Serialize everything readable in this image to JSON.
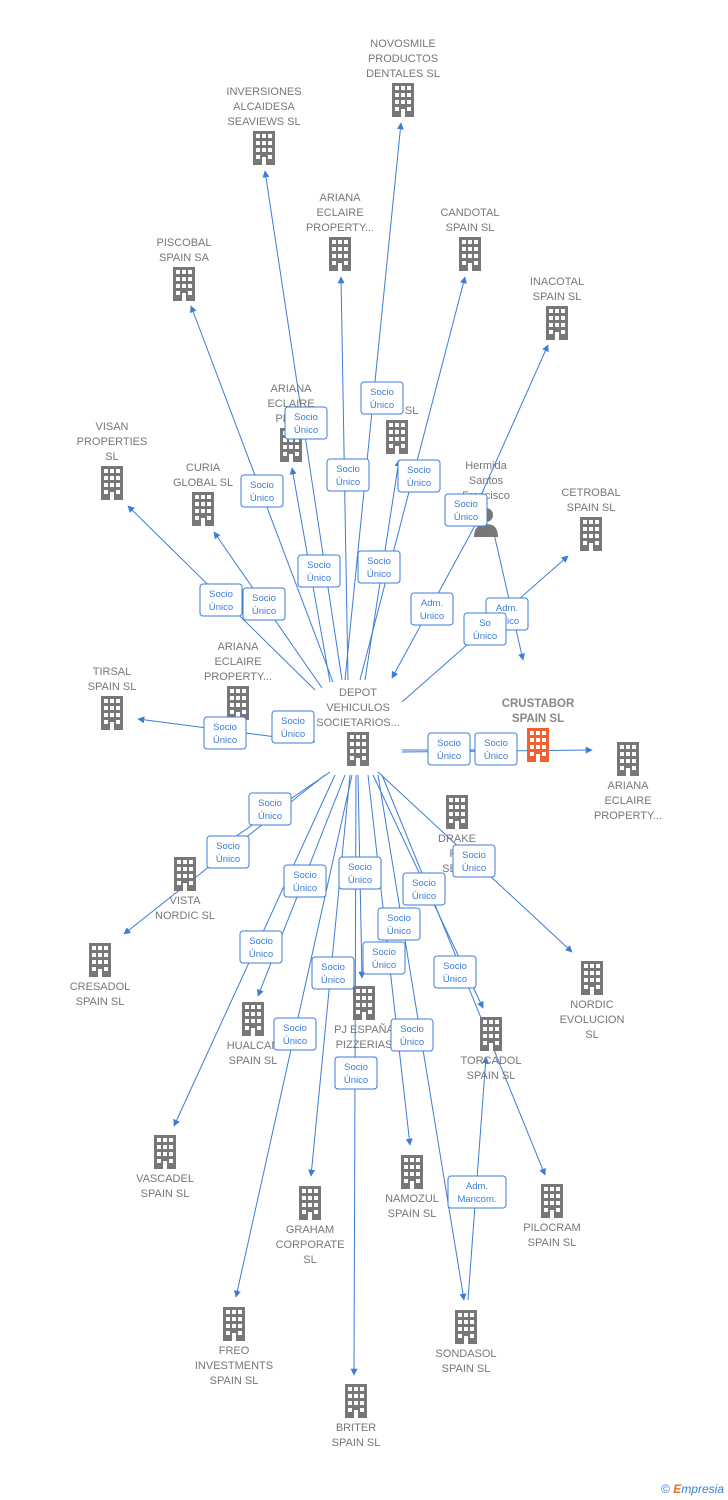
{
  "colors": {
    "edge": "#3b7dd8",
    "node": "#777777",
    "highlight": "#f06030",
    "badge_text": "#3b7dd8"
  },
  "footer": {
    "copyright": "©",
    "brand_e": "E",
    "brand_rest": "mpresia"
  },
  "nodes": [
    {
      "id": "novosmile",
      "type": "company",
      "lines": [
        "NOVOSMILE",
        "PRODUCTOS",
        "DENTALES  SL"
      ]
    },
    {
      "id": "inversiones",
      "type": "company",
      "lines": [
        "INVERSIONES",
        "ALCAIDESA",
        "SEAVIEWS  SL"
      ]
    },
    {
      "id": "ariana1",
      "type": "company",
      "lines": [
        "ARIANA",
        "ECLAIRE",
        "PROPERTY..."
      ]
    },
    {
      "id": "candotal",
      "type": "company",
      "lines": [
        "CANDOTAL",
        "SPAIN  SL"
      ]
    },
    {
      "id": "piscobal",
      "type": "company",
      "lines": [
        "PISCOBAL",
        "SPAIN SA"
      ]
    },
    {
      "id": "inacotal",
      "type": "company",
      "lines": [
        "INACOTAL",
        "SPAIN  SL"
      ]
    },
    {
      "id": "ariana2",
      "type": "company",
      "lines": [
        "ARIANA",
        "ECLAIRE",
        "PROP"
      ]
    },
    {
      "id": "fon",
      "type": "company",
      "lines": [
        "F          ON  SL"
      ]
    },
    {
      "id": "visan",
      "type": "company",
      "lines": [
        "VISAN",
        "PROPERTIES",
        "SL"
      ]
    },
    {
      "id": "curia",
      "type": "company",
      "lines": [
        "CURIA",
        "GLOBAL  SL"
      ]
    },
    {
      "id": "hermida",
      "type": "person",
      "lines": [
        "Hermida",
        "Santos",
        "Francisco"
      ]
    },
    {
      "id": "cetrobal",
      "type": "company",
      "lines": [
        "CETROBAL",
        "SPAIN  SL"
      ]
    },
    {
      "id": "ariana3",
      "type": "company",
      "lines": [
        "ARIANA",
        "ECLAIRE",
        "PROPERTY..."
      ]
    },
    {
      "id": "tirsal",
      "type": "company",
      "lines": [
        "TIRSAL",
        "SPAIN  SL"
      ]
    },
    {
      "id": "depot",
      "type": "company",
      "lines": [
        "DEPOT",
        "VEHICULOS",
        "SOCIETARIOS..."
      ]
    },
    {
      "id": "crustabor",
      "type": "main",
      "lines": [
        "CRUSTABOR",
        "SPAIN  SL"
      ]
    },
    {
      "id": "ariana4",
      "type": "company",
      "lines": [
        "ARIANA",
        "ECLAIRE",
        "PROPERTY..."
      ]
    },
    {
      "id": "drake",
      "type": "company",
      "lines": [
        "DRAKE",
        "FO",
        "SERV"
      ]
    },
    {
      "id": "vista",
      "type": "company",
      "lines": [
        "VISTA",
        "NORDIC  SL"
      ]
    },
    {
      "id": "cresadol",
      "type": "company",
      "lines": [
        "CRESADOL",
        "SPAIN  SL"
      ]
    },
    {
      "id": "nordic",
      "type": "company",
      "lines": [
        "NORDIC",
        "EVOLUCION",
        "SL"
      ]
    },
    {
      "id": "hualcan",
      "type": "company",
      "lines": [
        "HUALCAN",
        "SPAIN  SL"
      ]
    },
    {
      "id": "pjespana",
      "type": "company",
      "lines": [
        "PJ ESPAÑA",
        "PIZZERIAS"
      ]
    },
    {
      "id": "torcadol",
      "type": "company",
      "lines": [
        "TORCADOL",
        "SPAIN  SL"
      ]
    },
    {
      "id": "vascadel",
      "type": "company",
      "lines": [
        "VASCADEL",
        "SPAIN  SL"
      ]
    },
    {
      "id": "graham",
      "type": "company",
      "lines": [
        "GRAHAM",
        "CORPORATE",
        "SL"
      ]
    },
    {
      "id": "namozul",
      "type": "company",
      "lines": [
        "NAMOZUL",
        "SPAIN  SL"
      ]
    },
    {
      "id": "pilocram",
      "type": "company",
      "lines": [
        "PILOCRAM",
        "SPAIN  SL"
      ]
    },
    {
      "id": "freo",
      "type": "company",
      "lines": [
        "FREO",
        "INVESTMENTS",
        "SPAIN  SL"
      ]
    },
    {
      "id": "sondasol",
      "type": "company",
      "lines": [
        "SONDASOL",
        "SPAIN  SL"
      ]
    },
    {
      "id": "briter",
      "type": "company",
      "lines": [
        "BRITER",
        "SPAIN  SL"
      ]
    }
  ],
  "edges": [
    {
      "from": "depot",
      "to": "novosmile"
    },
    {
      "from": "depot",
      "to": "inversiones"
    },
    {
      "from": "depot",
      "to": "ariana1"
    },
    {
      "from": "depot",
      "to": "candotal"
    },
    {
      "from": "depot",
      "to": "piscobal"
    },
    {
      "from": "hermida",
      "to": "inacotal"
    },
    {
      "from": "depot",
      "to": "ariana2"
    },
    {
      "from": "depot",
      "to": "fon"
    },
    {
      "from": "depot",
      "to": "visan"
    },
    {
      "from": "depot",
      "to": "curia"
    },
    {
      "from": "hermida",
      "to": "depot"
    },
    {
      "from": "depot",
      "to": "cetrobal"
    },
    {
      "from": "hermida",
      "to": "crustabor"
    },
    {
      "from": "depot",
      "to": "tirsal"
    },
    {
      "from": "depot",
      "to": "crustabor"
    },
    {
      "from": "depot",
      "to": "ariana4"
    },
    {
      "from": "depot",
      "to": "nordic"
    },
    {
      "from": "depot",
      "to": "vista"
    },
    {
      "from": "depot",
      "to": "cresadol"
    },
    {
      "from": "depot",
      "to": "hualcan"
    },
    {
      "from": "depot",
      "to": "pjespana"
    },
    {
      "from": "depot",
      "to": "torcadol"
    },
    {
      "from": "depot",
      "to": "vascadel"
    },
    {
      "from": "depot",
      "to": "graham"
    },
    {
      "from": "depot",
      "to": "namozul"
    },
    {
      "from": "depot",
      "to": "pilocram"
    },
    {
      "from": "depot",
      "to": "freo"
    },
    {
      "from": "depot",
      "to": "sondasol"
    },
    {
      "from": "depot",
      "to": "briter"
    },
    {
      "from": "sondasol",
      "to": "torcadol"
    }
  ],
  "badges": [
    {
      "lines": [
        "Socio",
        "Único"
      ]
    },
    {
      "lines": [
        "Socio",
        "Único"
      ]
    },
    {
      "lines": [
        "Socio",
        "Único"
      ]
    },
    {
      "lines": [
        "Socio",
        "Único"
      ]
    },
    {
      "lines": [
        "Socio",
        "Único"
      ]
    },
    {
      "lines": [
        "Socio",
        "Único"
      ]
    },
    {
      "lines": [
        "Socio",
        "Único"
      ]
    },
    {
      "lines": [
        "Socio",
        "Único"
      ]
    },
    {
      "lines": [
        "Socio",
        "Único"
      ]
    },
    {
      "lines": [
        "Socio",
        "Único"
      ]
    },
    {
      "lines": [
        "Adm.",
        "Unico"
      ]
    },
    {
      "lines": [
        "Adm.",
        "Unico"
      ]
    },
    {
      "lines": [
        "So",
        "Único"
      ]
    },
    {
      "lines": [
        "Socio",
        "Único"
      ]
    },
    {
      "lines": [
        "Socio",
        "Único"
      ]
    },
    {
      "lines": [
        "Socio",
        "Único"
      ]
    },
    {
      "lines": [
        "Socio",
        "Único"
      ]
    },
    {
      "lines": [
        "Socio",
        "Único"
      ]
    },
    {
      "lines": [
        "Socio",
        "Único"
      ]
    },
    {
      "lines": [
        "Socio",
        "Único"
      ]
    },
    {
      "lines": [
        "Socio",
        "Único"
      ]
    },
    {
      "lines": [
        "Socio",
        "Único"
      ]
    },
    {
      "lines": [
        "Socio",
        "Único"
      ]
    },
    {
      "lines": [
        "Socio",
        "Único"
      ]
    },
    {
      "lines": [
        "Socio",
        "Único"
      ]
    },
    {
      "lines": [
        "Socio",
        "Único"
      ]
    },
    {
      "lines": [
        "Socio",
        "Único"
      ]
    },
    {
      "lines": [
        "Socio",
        "Único"
      ]
    },
    {
      "lines": [
        "Socio",
        "Único"
      ]
    },
    {
      "lines": [
        "Socio",
        "Único"
      ]
    },
    {
      "lines": [
        "Socio",
        "Único"
      ]
    },
    {
      "lines": [
        "Socio",
        "Único"
      ]
    },
    {
      "lines": [
        "Adm.",
        "Mancom."
      ]
    }
  ]
}
